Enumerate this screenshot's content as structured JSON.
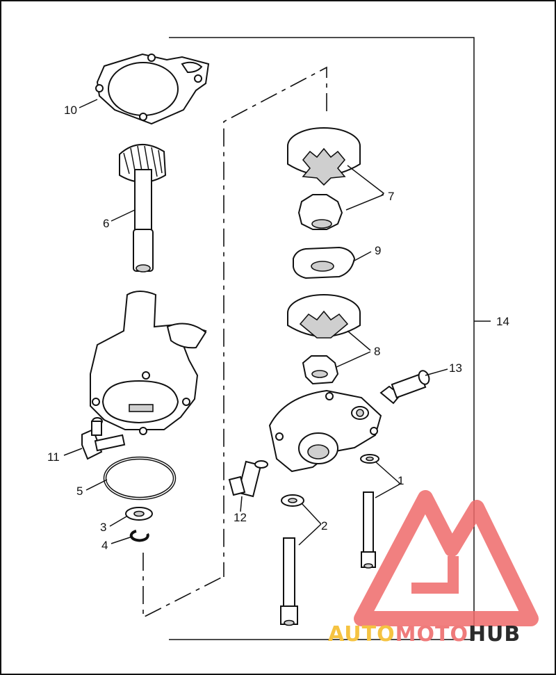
{
  "callouts": {
    "n1": "1",
    "n2": "2",
    "n3": "3",
    "n4": "4",
    "n5": "5",
    "n6": "6",
    "n7": "7",
    "n8": "8",
    "n9": "9",
    "n10": "10",
    "n11": "11",
    "n12": "12",
    "n13": "13",
    "n14": "14"
  },
  "watermark": {
    "part1": "AUTO",
    "part2": "MOTO",
    "part3": "HUB",
    "colors": {
      "auto": "#f5c342",
      "moto": "#ef7b7b",
      "hub": "#2b2b2b",
      "logo": "#ef6a6a"
    }
  }
}
